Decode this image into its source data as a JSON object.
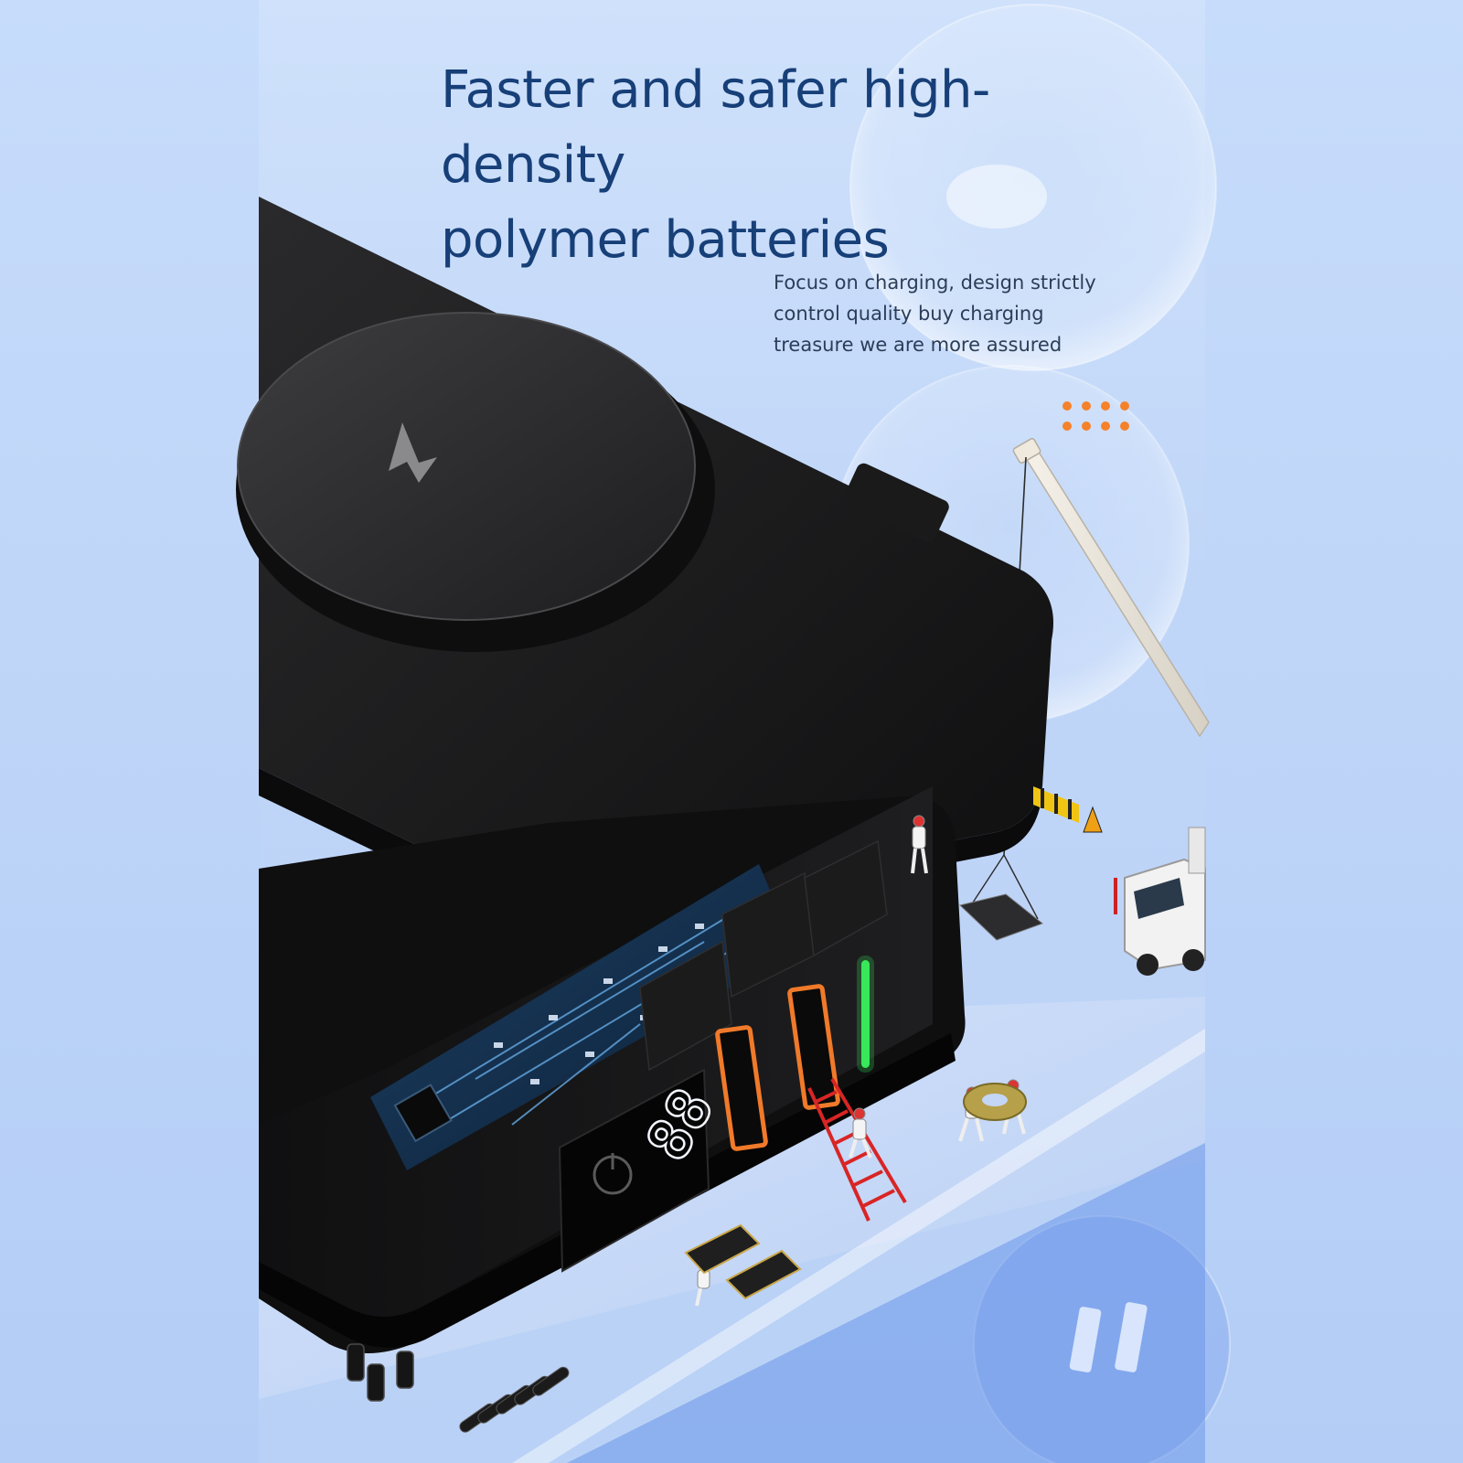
{
  "headline": {
    "line1": "Faster and safer high-density",
    "line2": "polymer batteries"
  },
  "subtext": {
    "line1": "Focus on charging, design strictly",
    "line2": "control quality buy charging",
    "line3": "treasure we are more assured"
  },
  "colors": {
    "background": "#c4dafa",
    "headline": "#173f78",
    "subtext": "#2b3d58",
    "accent_dots": "#f5822b",
    "usb_port": "#f07a2a",
    "indicator_led": "#38e85a",
    "device_body": "#141414"
  },
  "icons": {
    "charge_logo": "lightning-icon",
    "power_button": "power-icon"
  }
}
